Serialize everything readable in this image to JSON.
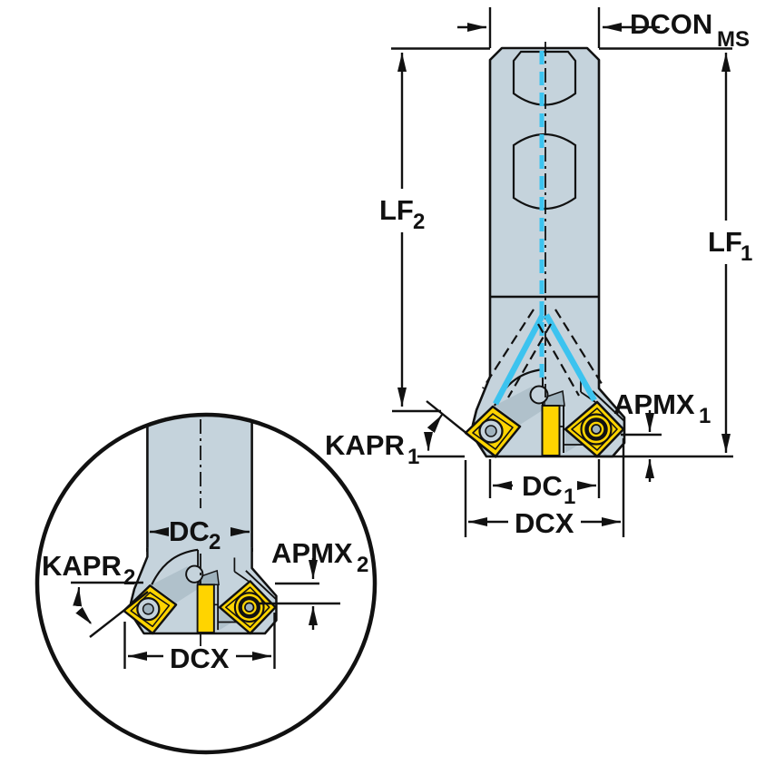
{
  "diagram": {
    "labels": {
      "dcon": {
        "base": "DCON",
        "sub": "MS"
      },
      "lf2": {
        "base": "LF",
        "sub": "2"
      },
      "lf1": {
        "base": "LF",
        "sub": "1"
      },
      "apmx1": {
        "base": "APMX",
        "sub": "1"
      },
      "kapr1": {
        "base": "KAPR",
        "sub": "1"
      },
      "dc1": {
        "base": "DC",
        "sub": "1"
      },
      "dcx_main": {
        "base": "DCX",
        "sub": ""
      },
      "dc2": {
        "base": "DC",
        "sub": "2"
      },
      "apmx2": {
        "base": "APMX",
        "sub": "2"
      },
      "kapr2": {
        "base": "KAPR",
        "sub": "2"
      },
      "dcx_detail": {
        "base": "DCX",
        "sub": ""
      }
    },
    "colors": {
      "background": "#ffffff",
      "body": "#c5d3dc",
      "body_shade": "#9fb2bd",
      "coolant_blue": "#3cc3ef",
      "insert_yellow": "#ffd400",
      "line_black": "#111111"
    }
  }
}
